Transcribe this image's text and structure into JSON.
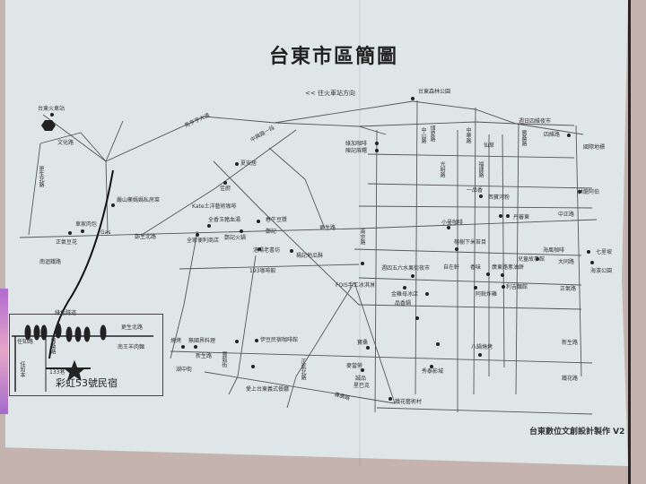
{
  "title": "台東市區簡圖",
  "direction_note": "<< 往火車站方向",
  "footer": "台東數位文創設計製作 V2",
  "landmarks": {
    "station": "台東火車站",
    "forest_park": "台東森林公園",
    "night_market": "週日四維夜市",
    "intl_hotel": "國際地標",
    "seaside_park": "海濱公園",
    "railway": "南迴鐵路"
  },
  "roads": [
    "更生北路",
    "更生路",
    "文化路",
    "博愛路",
    "中山路",
    "中華路",
    "光明路",
    "福建路",
    "寶桑路",
    "四維路",
    "正氣路",
    "中正路",
    "大同路",
    "新生路",
    "鐵花路",
    "南京路",
    "馬亨亨大道",
    "中興路一段",
    "四維路",
    "傳廣路",
    "湖中街",
    "正氣北路",
    "豐穀街",
    "鄭生北路"
  ],
  "places": [
    "夏安居",
    "佳廚",
    "Kate土洋藝術咖啡",
    "全香玉豬血湯",
    "春牛豆漿",
    "全家便利商店",
    "鄭記火鍋",
    "洛陽老書坊",
    "楊記地瓜酥",
    "綠加咖啡",
    "陳記蔴糬",
    "嚴山藥媽媽私房菜",
    "車家肉包",
    "正氣豆花",
    "小曼咖啡",
    "一品香",
    "西寶河粉",
    "丹審東",
    "榕樹下米苔目",
    "週四五六水果街夜市",
    "金雞母冰店",
    "品香鍋",
    "自在軒",
    "香味",
    "廣東路蔥油餅",
    "利吉麵館",
    "阿鋭炸雞",
    "海風咖啡",
    "兒童故事館",
    "七里坡",
    "林龍阿伯",
    "燒烤",
    "無國界料理",
    "伊豆民宿咖啡館",
    "愛上台東義式餐廳",
    "秀泰影城",
    "鐵花藝術村",
    "誠品",
    "星巴克",
    "麥當勞",
    "寶桑",
    "八鍋燒烤",
    "193咖啡館",
    "鄭記",
    "FOIS手工冰淇淋",
    "仙草",
    "Gas"
  ],
  "inset": {
    "name": "彩虹53號民宿",
    "green_tunnel": "綠色隧道",
    "road_a": "更生北路",
    "road_b": "任知路",
    "road_c": "寶桑路",
    "lane": "133巷",
    "road_d": "任知本",
    "place": "南王羊肉麵"
  }
}
